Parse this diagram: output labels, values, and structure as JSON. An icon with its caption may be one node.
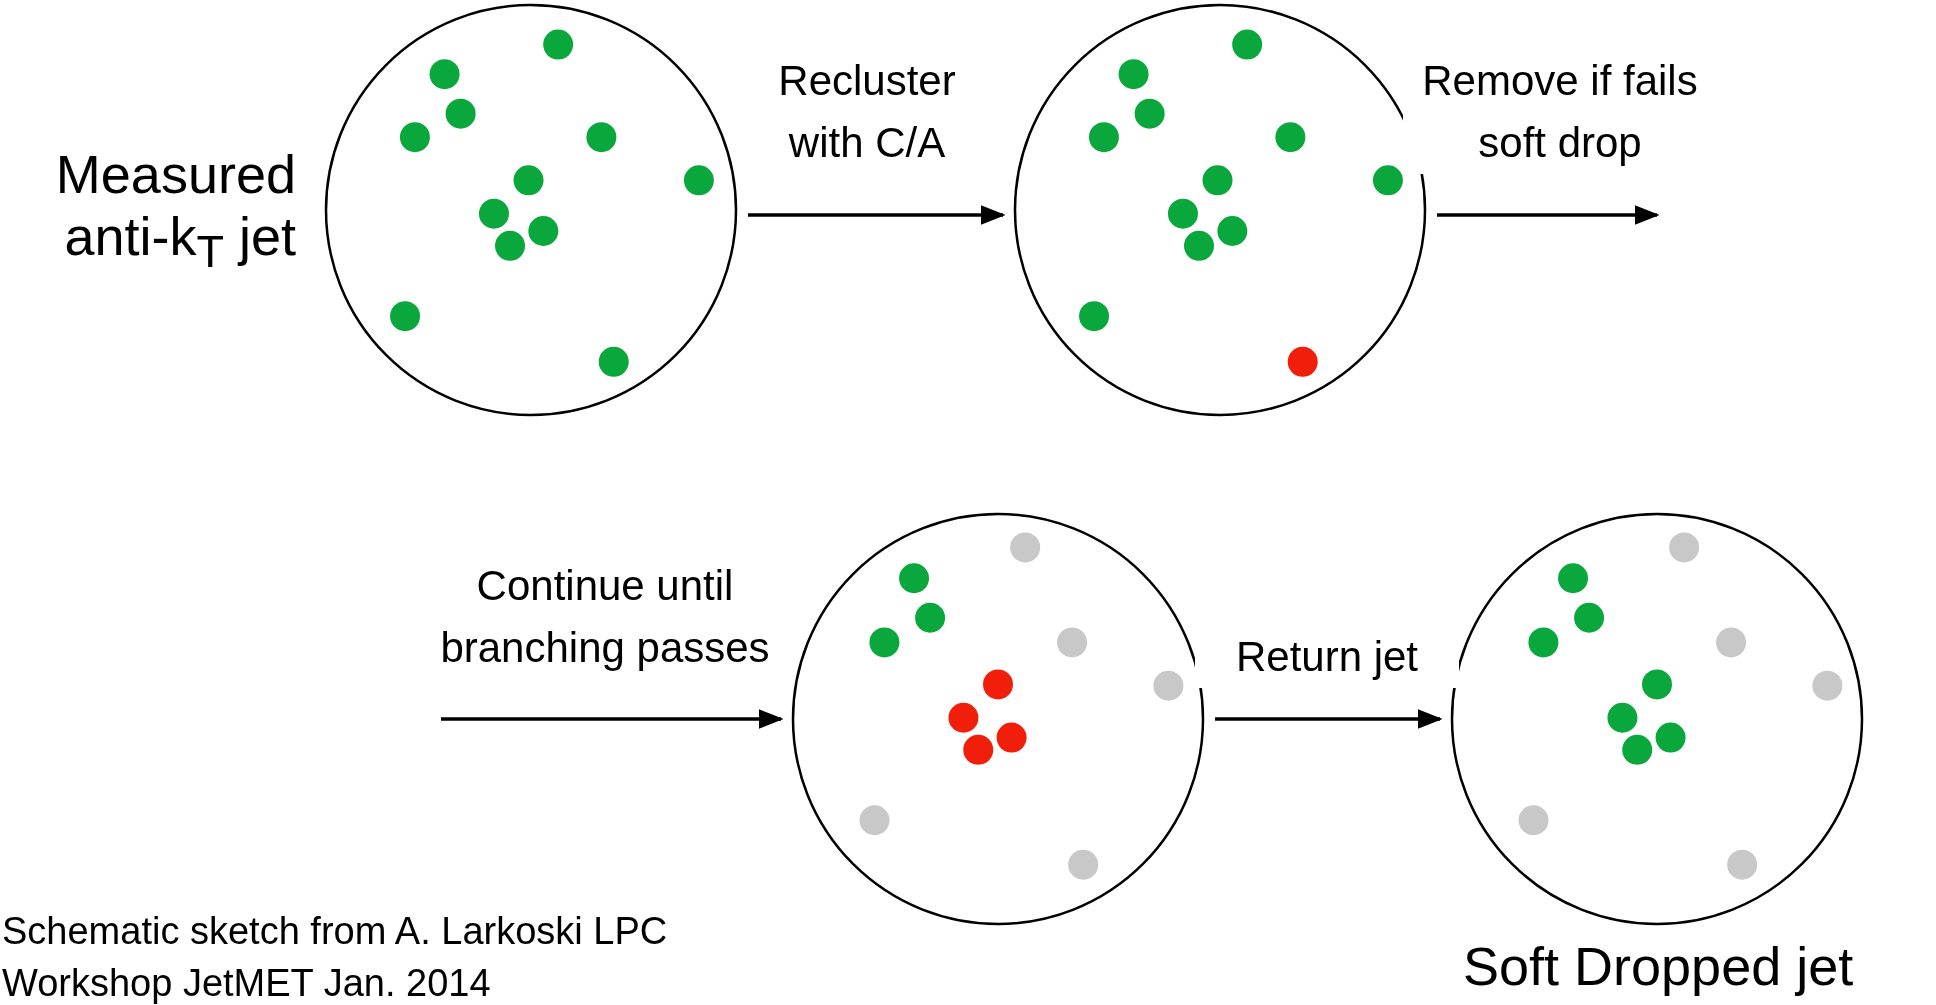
{
  "diagram": {
    "nodes": [
      {
        "text": [],
        "shape": "circle",
        "beside": [
          "Measured anti-k$_{T}$ jet"
        ]
      },
      {
        "text": [],
        "shape": "circle"
      },
      {
        "text": [],
        "shape": "circle"
      },
      {
        "text": [],
        "shape": "circle",
        "beside": [
          "Soft Dropped jet"
        ]
      }
    ],
    "edges": [
      {
        "from": 0,
        "to": 1,
        "arrow": "to",
        "label": "Recluster with C/A"
      },
      {
        "from": 1,
        "to": null,
        "arrow": "to",
        "label": "Remove if fails soft drop"
      },
      {
        "from": null,
        "to": 2,
        "arrow": "to",
        "label": "Continue until branching passes"
      },
      {
        "from": 2,
        "to": 3,
        "arrow": "to",
        "label": "Return jet"
      }
    ],
    "labels": [
      "Schematic sketch from A. Larkoski LPC Workshop JetMET Jan. 2014"
    ]
  }
}
